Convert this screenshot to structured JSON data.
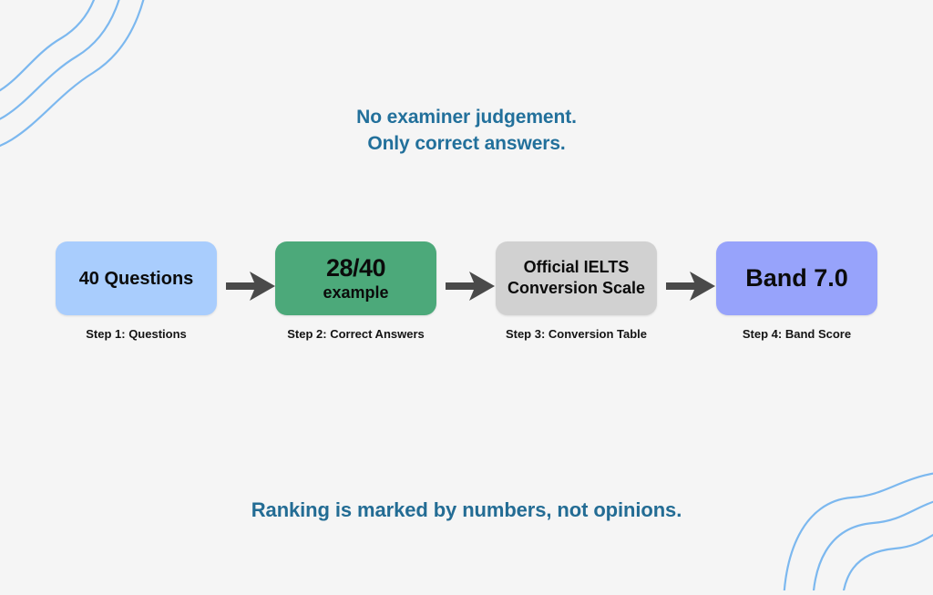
{
  "page": {
    "background_color": "#f5f5f5",
    "accent_color": "#22709b",
    "arrow_color": "#4a4a4a"
  },
  "headline": {
    "line1": "No examiner judgement.",
    "line2": "Only correct answers."
  },
  "flow": {
    "steps": [
      {
        "id": "step-1",
        "box_main": "40 Questions",
        "box_sub": "",
        "caption": "Step 1: Questions",
        "color": "#a9cdfd",
        "icon": "rounded-box"
      },
      {
        "id": "step-2",
        "box_main": "28/40",
        "box_sub": "example",
        "caption": "Step 2: Correct Answers",
        "color": "#4ca97a",
        "icon": "rounded-box"
      },
      {
        "id": "step-3",
        "box_main": "Official IELTS",
        "box_sub": "Conversion Scale",
        "caption": "Step 3: Conversion Table",
        "color": "#d1d1d1",
        "icon": "rounded-box"
      },
      {
        "id": "step-4",
        "box_main": "Band 7.0",
        "box_sub": "",
        "caption": "Step 4: Band Score",
        "color": "#97a3fb",
        "icon": "rounded-box"
      }
    ],
    "arrows": [
      {
        "id": "arrow-1",
        "icon": "arrow-right-icon"
      },
      {
        "id": "arrow-2",
        "icon": "arrow-right-icon"
      },
      {
        "id": "arrow-3",
        "icon": "arrow-right-icon"
      }
    ]
  },
  "footer": {
    "caption": "Ranking is marked by numbers, not opinions."
  },
  "decorations": [
    {
      "id": "deco-tl",
      "icon": "wave-lines-icon",
      "color": "#7cb8ef"
    },
    {
      "id": "deco-br",
      "icon": "wave-lines-icon",
      "color": "#7cb8ef"
    }
  ]
}
